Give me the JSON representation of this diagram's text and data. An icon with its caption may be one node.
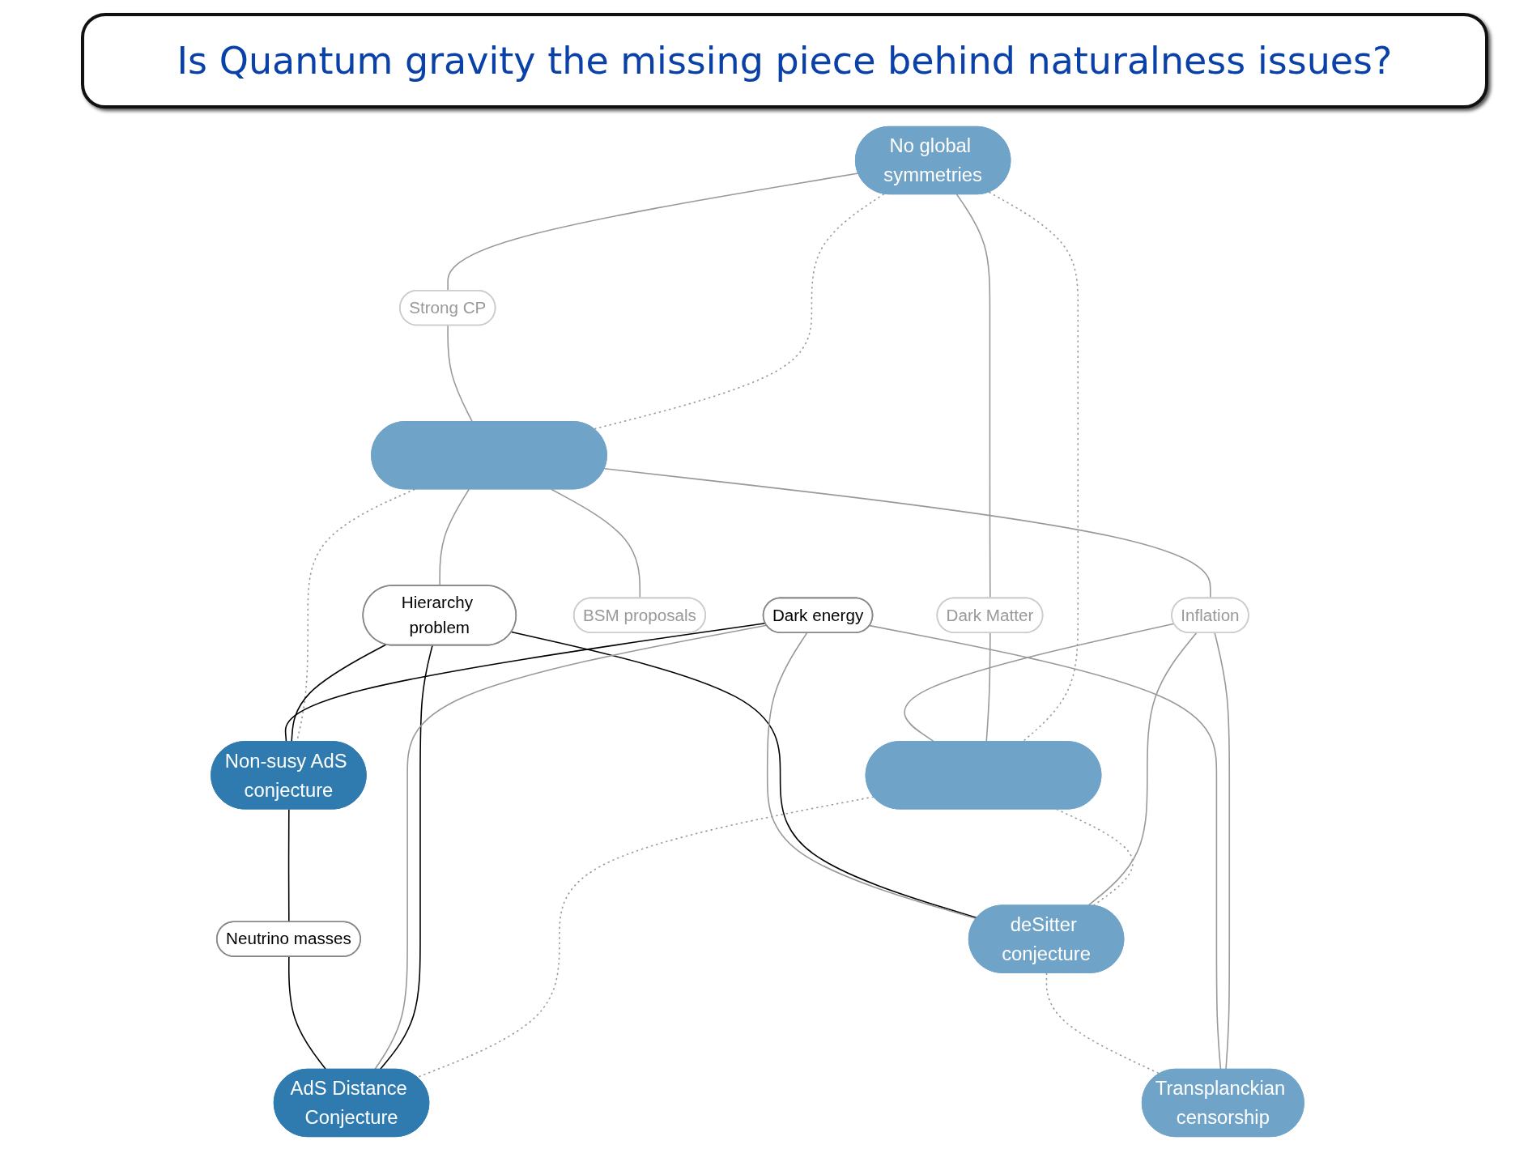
{
  "diagram": {
    "title": "Is Quantum gravity the missing piece behind naturalness issues?",
    "nodes": [
      {
        "text": [
          "No global symmetries"
        ]
      },
      {
        "text": [
          "Strong CP"
        ]
      },
      {
        "text": [
          "Dark Matter"
        ]
      },
      {
        "text": [],
        "shape": "ellipse"
      },
      {
        "text": [],
        "shape": "ellipse"
      },
      {
        "text": [
          "Inflation"
        ]
      },
      {
        "text": [
          "BSM proposals"
        ]
      },
      {
        "text": [
          "Hierarchy problem"
        ]
      },
      {
        "text": [
          "AdS Distance Conjecture"
        ]
      },
      {
        "text": [
          "Non-susy AdS conjecture"
        ]
      },
      {
        "text": [
          "Dark energy"
        ]
      },
      {
        "text": [
          "deSitter conjecture"
        ]
      },
      {
        "text": [
          "Neutrino masses"
        ]
      },
      {
        "text": [
          "Transplanckian censorship"
        ]
      }
    ],
    "edges": [
      {
        "from": 0,
        "to": 1,
        "arrow": "none"
      },
      {
        "from": 0,
        "to": 2,
        "arrow": "none"
      },
      {
        "from": 0,
        "to": 3,
        "arrow": "none",
        "style": "dashed"
      },
      {
        "from": 0,
        "to": 4,
        "arrow": "none",
        "style": "dashed"
      },
      {
        "from": 1,
        "to": 3,
        "arrow": "none"
      },
      {
        "from": 2,
        "to": 4,
        "arrow": "none"
      },
      {
        "from": 3,
        "to": 5,
        "arrow": "none"
      },
      {
        "from": 5,
        "to": 4,
        "arrow": "none"
      },
      {
        "from": 3,
        "to": 6,
        "arrow": "none"
      },
      {
        "from": 3,
        "to": 7,
        "arrow": "none"
      },
      {
        "from": 3,
        "to": 9,
        "arrow": "none",
        "style": "dashed"
      },
      {
        "from": 4,
        "to": 11,
        "arrow": "none",
        "style": "dashed"
      },
      {
        "from": 4,
        "to": 8,
        "arrow": "none",
        "style": "dashed"
      },
      {
        "from": 5,
        "to": 11,
        "arrow": "none"
      },
      {
        "from": 5,
        "to": 13,
        "arrow": "none"
      },
      {
        "from": 7,
        "to": 9,
        "arrow": "none",
        "color": "#000000"
      },
      {
        "from": 7,
        "to": 8,
        "arrow": "none",
        "color": "#000000"
      },
      {
        "from": 7,
        "to": 11,
        "arrow": "none",
        "color": "#000000"
      },
      {
        "from": 10,
        "to": 9,
        "arrow": "none",
        "color": "#000000"
      },
      {
        "from": 10,
        "to": 8,
        "arrow": "none"
      },
      {
        "from": 10,
        "to": 13,
        "arrow": "none"
      },
      {
        "from": 10,
        "to": 11,
        "arrow": "none"
      },
      {
        "from": 9,
        "to": 12,
        "arrow": "none",
        "color": "#000000"
      },
      {
        "from": 12,
        "to": 8,
        "arrow": "none",
        "color": "#000000"
      },
      {
        "from": 11,
        "to": 13,
        "arrow": "none",
        "style": "dashed"
      }
    ]
  }
}
